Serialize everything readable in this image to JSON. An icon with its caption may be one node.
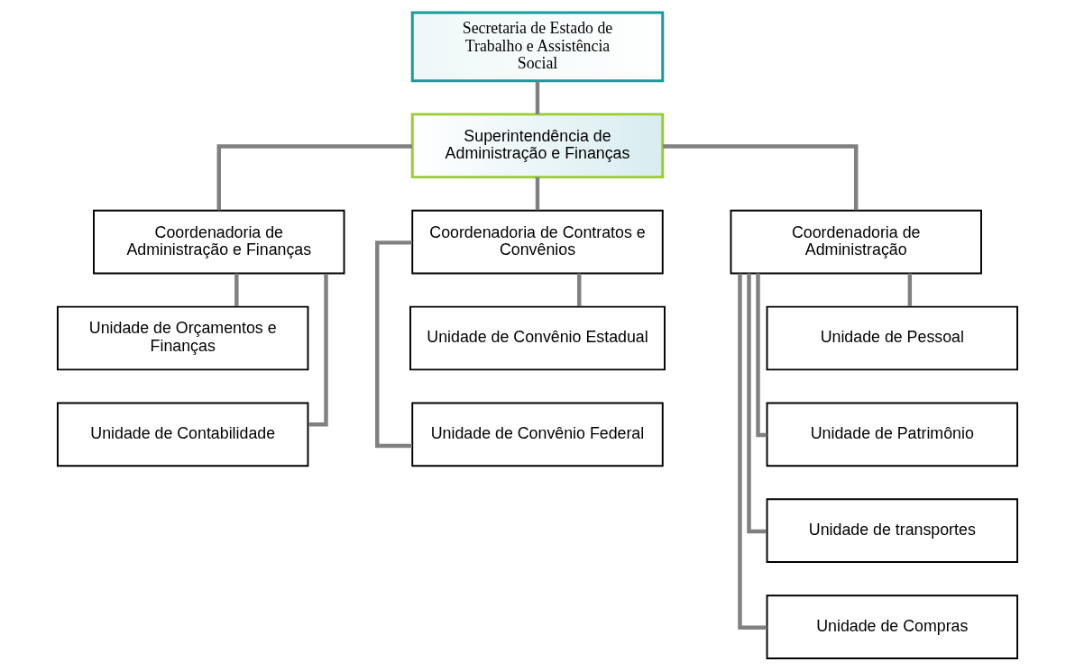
{
  "diagram": {
    "nodes": [
      {
        "text": [
          "Secretaria de Estado de Trabalho e Assistência Social"
        ]
      },
      {
        "text": [
          "Superintendência de Administração e Finanças"
        ]
      },
      {
        "text": [
          "Coordenadoria de Administração e Finanças"
        ]
      },
      {
        "text": [
          "Coordenadoria de Contratos e Convênios"
        ]
      },
      {
        "text": [
          "Coordenadoria de Administração"
        ]
      },
      {
        "text": [
          "Unidade de Orçamentos e Finanças"
        ]
      },
      {
        "text": [
          "Unidade de Contabilidade"
        ]
      },
      {
        "text": [
          "Unidade de Convênio Estadual"
        ]
      },
      {
        "text": [
          "Unidade de Convênio Federal"
        ]
      },
      {
        "text": [
          "Unidade de Pessoal"
        ]
      },
      {
        "text": [
          "Unidade de Patrimônio"
        ]
      },
      {
        "text": [
          "Unidade de transportes"
        ]
      },
      {
        "text": [
          "Unidade de Compras"
        ]
      }
    ],
    "edges": [
      {
        "from": 0,
        "to": 1,
        "arrow": "none"
      },
      {
        "from": 1,
        "to": 2,
        "arrow": "none"
      },
      {
        "from": 1,
        "to": 3,
        "arrow": "none"
      },
      {
        "from": 1,
        "to": 4,
        "arrow": "none"
      },
      {
        "from": 2,
        "to": 5,
        "arrow": "none"
      },
      {
        "from": 2,
        "to": 6,
        "arrow": "none"
      },
      {
        "from": 3,
        "to": 7,
        "arrow": "none"
      },
      {
        "from": 3,
        "to": 8,
        "arrow": "none"
      },
      {
        "from": 4,
        "to": 9,
        "arrow": "none"
      },
      {
        "from": 4,
        "to": 10,
        "arrow": "none"
      },
      {
        "from": 4,
        "to": 11,
        "arrow": "none"
      },
      {
        "from": 4,
        "to": 12,
        "arrow": "none"
      }
    ]
  }
}
